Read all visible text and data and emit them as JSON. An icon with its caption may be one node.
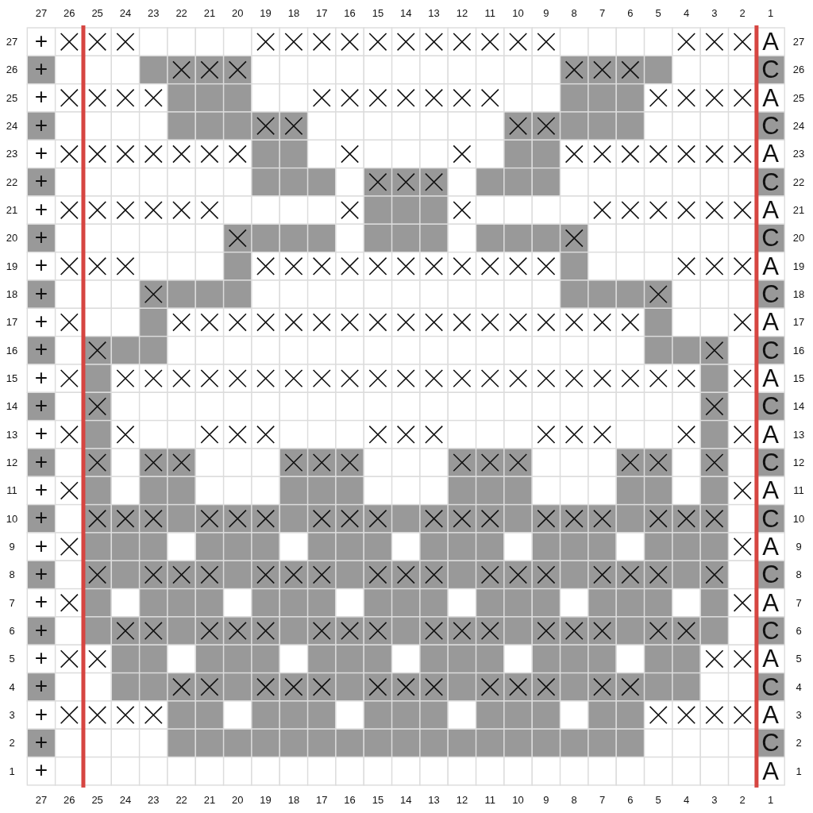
{
  "diagram": {
    "labels": [
      "27",
      "26",
      "25",
      "24",
      "23",
      "22",
      "21",
      "20",
      "19",
      "18",
      "17",
      "16",
      "15",
      "14",
      "13",
      "12",
      "11",
      "10",
      "9",
      "8",
      "7",
      "6",
      "5",
      "4",
      "3",
      "2",
      "1",
      "27",
      "+",
      "A",
      "27",
      "26",
      "+",
      "C",
      "26",
      "25",
      "+",
      "A",
      "25",
      "24",
      "+",
      "C",
      "24",
      "23",
      "+",
      "A",
      "23",
      "22",
      "+",
      "C",
      "22",
      "21",
      "+",
      "A",
      "21",
      "20",
      "+",
      "C",
      "20",
      "19",
      "+",
      "A",
      "19",
      "18",
      "+",
      "C",
      "18",
      "17",
      "+",
      "A",
      "17",
      "16",
      "+",
      "C",
      "16",
      "15",
      "+",
      "A",
      "15",
      "14",
      "+",
      "C",
      "14",
      "13",
      "+",
      "A",
      "13",
      "12",
      "+",
      "C",
      "12",
      "11",
      "+",
      "A",
      "11",
      "10",
      "+",
      "C",
      "10",
      "9",
      "+",
      "A",
      "9",
      "8",
      "+",
      "C",
      "8",
      "7",
      "+",
      "A",
      "7",
      "6",
      "+",
      "C",
      "6",
      "5",
      "+",
      "A",
      "5",
      "4",
      "+",
      "C",
      "4",
      "3",
      "+",
      "A",
      "3",
      "2",
      "+",
      "C",
      "2",
      "1",
      "+",
      "A",
      "1",
      "27",
      "26",
      "25",
      "24",
      "23",
      "22",
      "21",
      "20",
      "19",
      "18",
      "17",
      "16",
      "15",
      "14",
      "13",
      "12",
      "11",
      "10",
      "9",
      "8",
      "7",
      "6",
      "5",
      "4",
      "3",
      "2",
      "1"
    ]
  }
}
